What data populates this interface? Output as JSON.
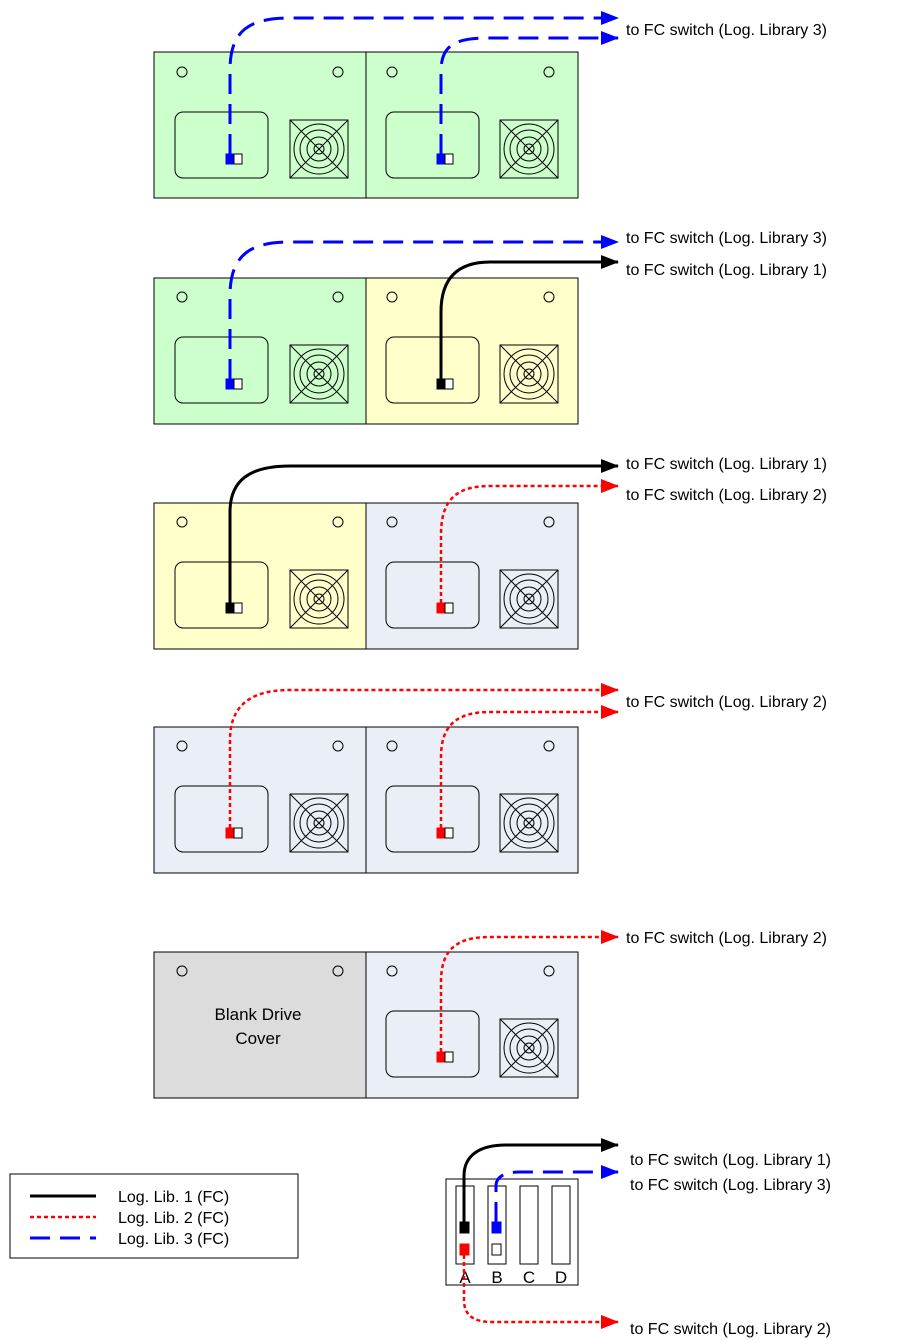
{
  "colors": {
    "lib1": "#000000",
    "lib2": "#ff0000",
    "lib3": "#0000ff",
    "green_drive": "#ccffcc",
    "yellow_drive": "#ffffcc",
    "blue_drive": "#eaeef6",
    "blank_cover": "#dcdcdc"
  },
  "destinations": {
    "lib1": "to FC switch (Log. Library 1)",
    "lib2": "to FC switch (Log. Library 2)",
    "lib3": "to FC switch (Log. Library 3)"
  },
  "blank_cover": {
    "line1": "Blank Drive",
    "line2": "Cover"
  },
  "legend": {
    "lib1": "Log. Lib. 1 (FC)",
    "lib2": "Log. Lib. 2 (FC)",
    "lib3": "Log. Lib. 3 (FC)"
  },
  "io_blade": {
    "slots": [
      "A",
      "B",
      "C",
      "D"
    ]
  }
}
